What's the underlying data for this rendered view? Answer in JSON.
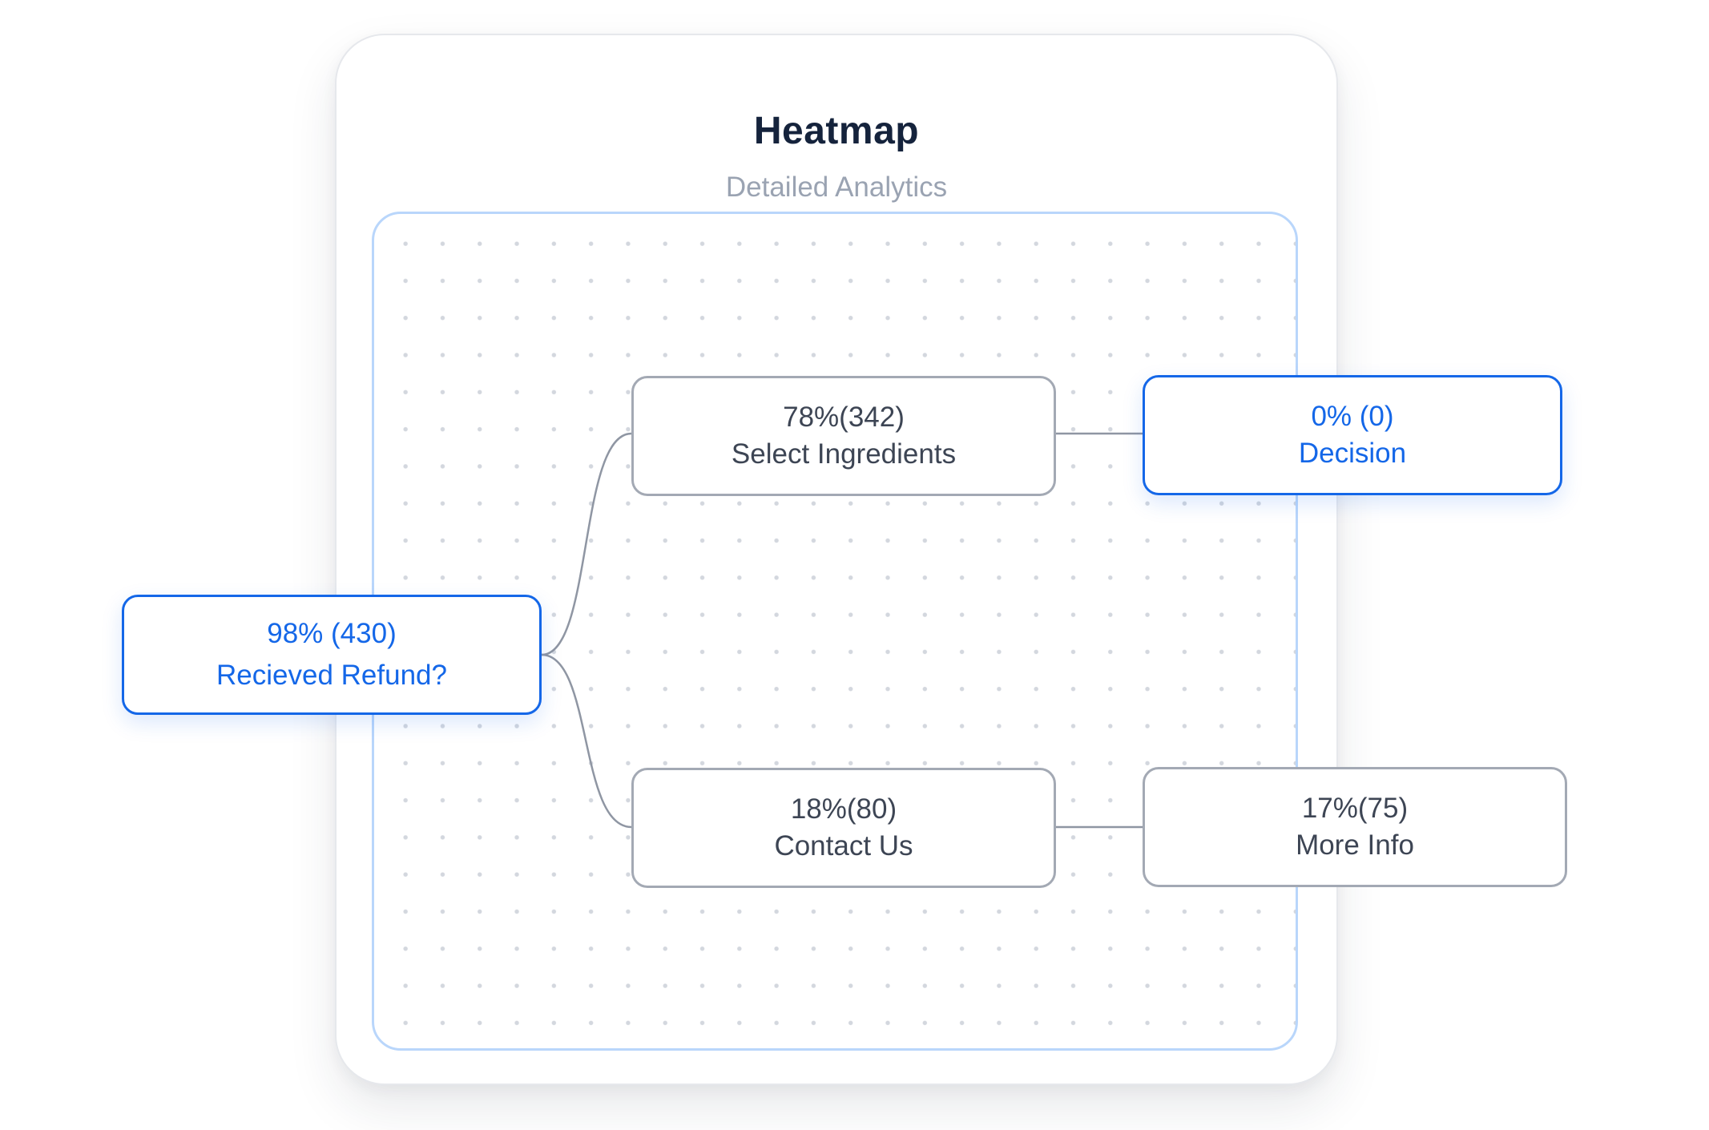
{
  "card": {
    "title": "Heatmap",
    "subtitle": "Detailed Analytics"
  },
  "colors": {
    "accent": "#1467e8",
    "node_border": "#a3a9b4",
    "connector": "#8f96a3",
    "canvas_border": "#b9d6fb",
    "title": "#15233c",
    "subtitle": "#9aa3b2"
  },
  "nodes": {
    "refund": {
      "stat": "98% (430)",
      "label": "Recieved Refund?",
      "state": "highlighted"
    },
    "ingred": {
      "stat": "78%(342)",
      "label": "Select Ingredients",
      "state": "default"
    },
    "decision": {
      "stat": "0% (0)",
      "label": "Decision",
      "state": "highlighted"
    },
    "contact": {
      "stat": "18%(80)",
      "label": "Contact Us",
      "state": "default"
    },
    "moreinfo": {
      "stat": "17%(75)",
      "label": "More Info",
      "state": "default"
    }
  },
  "edges": [
    {
      "from": "refund",
      "to": "ingred"
    },
    {
      "from": "refund",
      "to": "contact"
    },
    {
      "from": "ingred",
      "to": "decision"
    },
    {
      "from": "contact",
      "to": "moreinfo"
    }
  ]
}
